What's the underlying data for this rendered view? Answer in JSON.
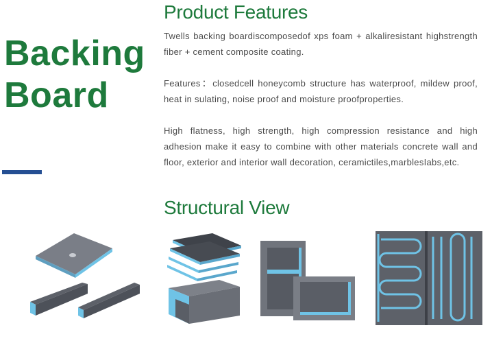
{
  "title": {
    "line1": "Backing",
    "line2": "Board"
  },
  "product_features": {
    "heading": "Product Features",
    "paragraphs": [
      "Twells backing boardiscomposedof xps foam + alkaliresistant highstrength fiber + cement composite coating.",
      "Features：closedcell honeycomb structure has waterproof, mildew proof, heat in sulating, noise proof and moisture proofproperties.",
      "High flatness, high strength, high compression resistance and high adhesion make it easy to combine with other materials concrete wall and floor, exterior and interior wall decoration, ceramictiles,marblesIabs,etc."
    ]
  },
  "structural_view": {
    "heading": "Structural View"
  },
  "colors": {
    "heading_green": "#1e7a3c",
    "accent_blue": "#254f93",
    "board_gray": "#6b6f78",
    "foam_blue": "#6fc3e6"
  }
}
